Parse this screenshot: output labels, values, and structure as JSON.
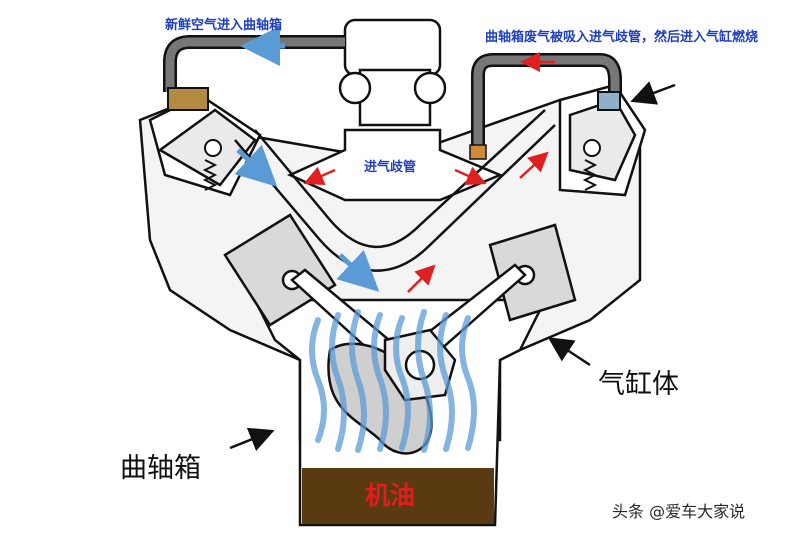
{
  "labels": {
    "fresh_air": "新鲜空气进入曲轴箱",
    "blowby": "曲轴箱废气被吸入进气歧管，然后进入气缸燃烧",
    "intake_manifold": "进气歧管",
    "cylinder_block": "气缸体",
    "crankcase": "曲轴箱",
    "oil": "机油"
  },
  "watermark": "头条 @爱车大家说",
  "colors": {
    "air_arrow": "#5b9bd5",
    "gas_arrow": "#e02020",
    "oil": "#5a3a10",
    "label_blue": "#1f3fbf"
  },
  "icons": [
    "pcv-valve-icon",
    "breather-filter-icon",
    "crankshaft-icon",
    "piston-icon",
    "valve-spring-icon"
  ]
}
